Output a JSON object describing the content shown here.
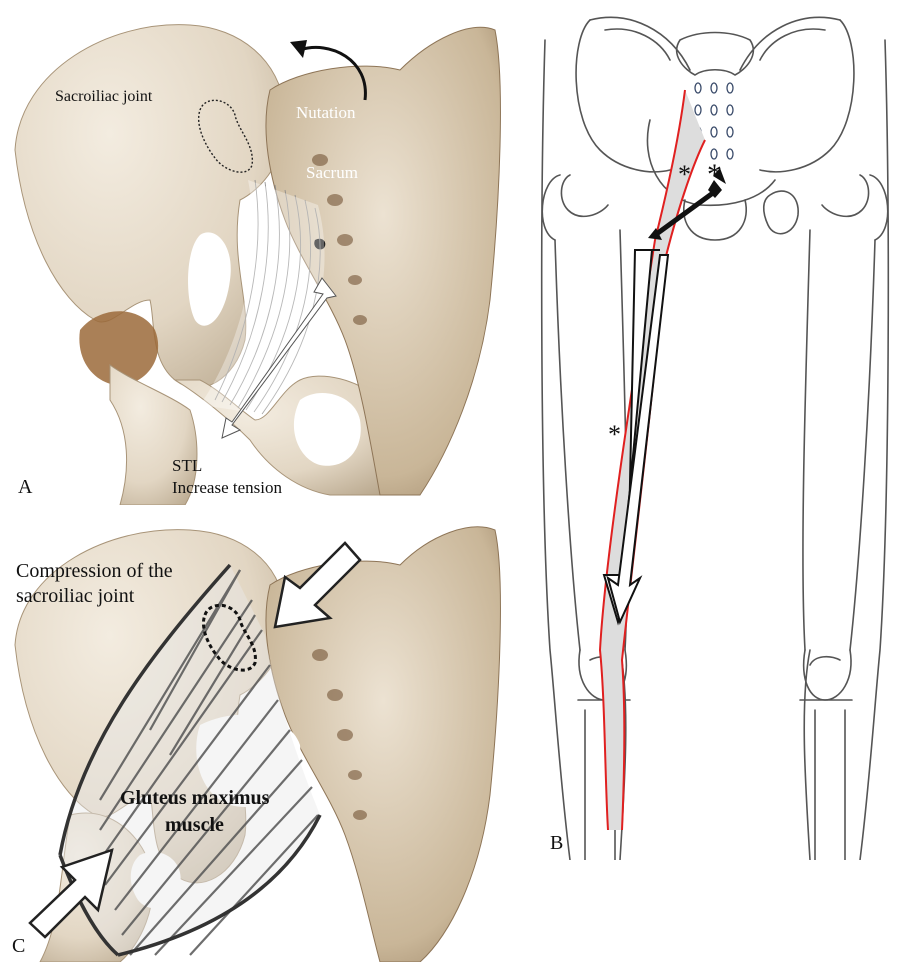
{
  "panels": {
    "a": {
      "letter": "A",
      "sacroiliac_joint": "Sacroiliac joint",
      "nutation": "Nutation",
      "sacrum": "Sacrum",
      "stl": "STL",
      "increase_tension": "Increase tension"
    },
    "b": {
      "letter": "B",
      "marker_star": "*"
    },
    "c": {
      "letter": "C",
      "compression_line1": "Compression of the",
      "compression_line2": "sacroiliac joint",
      "gluteus_line1": "Gluteus maximus",
      "gluteus_line2": "muscle"
    }
  },
  "colors": {
    "bone": "#e6dccc",
    "bone_shadow": "#b9a88e",
    "bone_dark": "#8a6a45",
    "cartilage": "#9b6a3a",
    "outline": "#555555",
    "muscle_red": "#e02020",
    "muscle_fill": "#dedede",
    "arrow_black": "#111111"
  }
}
